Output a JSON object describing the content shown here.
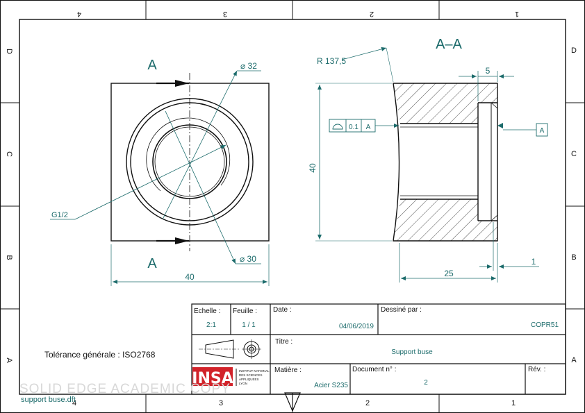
{
  "frame": {
    "col_labels": [
      "4",
      "3",
      "2",
      "1"
    ],
    "row_labels": [
      "D",
      "C",
      "B",
      "A"
    ]
  },
  "front_view": {
    "section_label_top": "A",
    "section_label_bottom": "A",
    "dim_outer_diameter": "⌀ 32",
    "dim_inner_diameter": "⌀ 30",
    "thread_label": "G1/2",
    "dim_width": "40"
  },
  "section_view": {
    "title": "A–A",
    "radius": "R 137,5",
    "dim_counterbore": "5",
    "dim_height": "40",
    "dim_length": "25",
    "dim_gap": "1",
    "tolerance_value": "0.1",
    "tolerance_datum": "A",
    "datum_label": "A"
  },
  "general_tolerance": "Tolérance générale : ISO2768",
  "title_block": {
    "scale_label": "Echelle :",
    "scale_value": "2:1",
    "sheet_label": "Feuille :",
    "sheet_value": "1 / 1",
    "date_label": "Date :",
    "date_value": "04/06/2019",
    "drawn_by_label": "Dessiné par :",
    "drawn_by_value": "COPR51",
    "title_label": "Titre :",
    "title_value": "Support buse",
    "material_label": "Matière :",
    "material_value": "Acier S235",
    "document_label": "Document n° :",
    "document_value": "2",
    "revision_label": "Rév. :",
    "logo_text": "INSA",
    "logo_subtext": [
      "INSTITUT NATIONAL",
      "DES SCIENCES",
      "APPLIQUÉES",
      "LYON"
    ]
  },
  "watermark": "SOLID EDGE ACADEMIC COPY",
  "filename": "support buse.dft"
}
